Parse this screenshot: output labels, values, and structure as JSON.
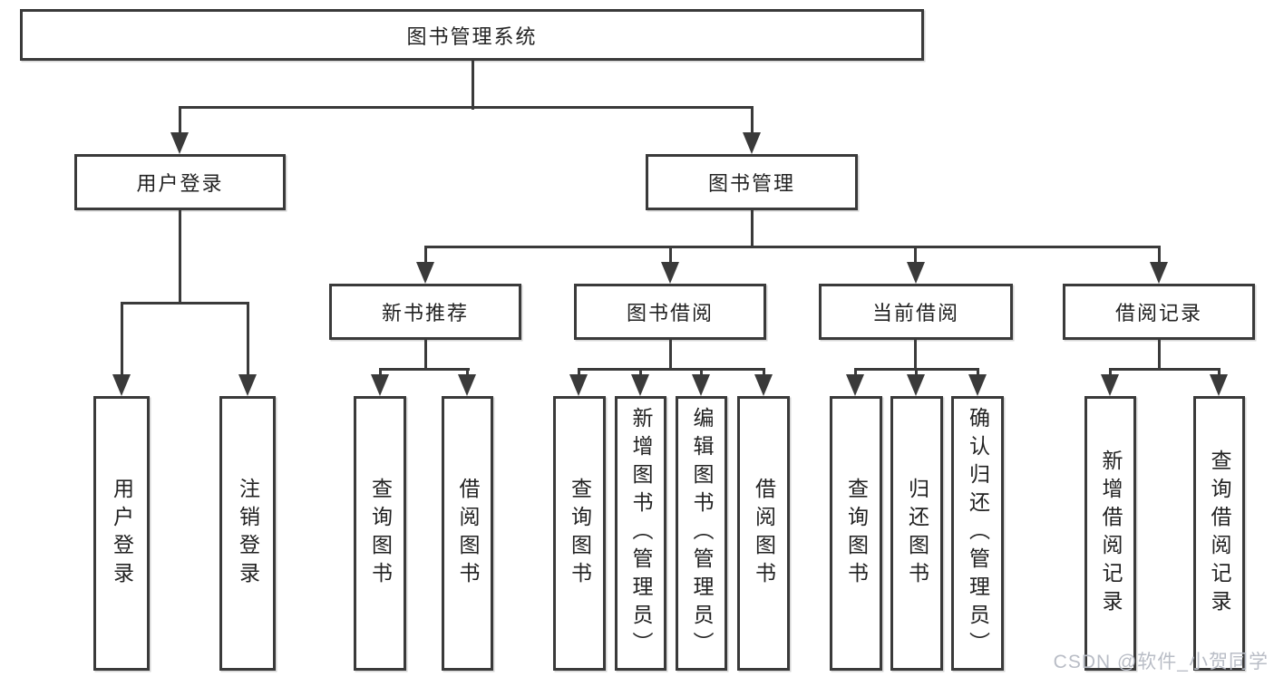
{
  "nodes": {
    "root": "图书管理系统",
    "user_login": "用户登录",
    "book_mgmt": "图书管理",
    "new_books": "新书推荐",
    "book_borrow": "图书借阅",
    "current_borrow": "当前借阅",
    "borrow_records": "借阅记录"
  },
  "leaves": {
    "user_login": [
      "用户登录",
      "注销登录"
    ],
    "new_books": [
      "查询图书",
      "借阅图书"
    ],
    "book_borrow": [
      "查询图书",
      "新增图书（管理员）",
      "编辑图书（管理员）",
      "借阅图书"
    ],
    "current_borrow": [
      "查询图书",
      "归还图书",
      "确认归还（管理员）"
    ],
    "borrow_records": [
      "新增借阅记录",
      "查询借阅记录"
    ]
  },
  "watermark": "CSDN @软件_小贺同学",
  "colors": {
    "line": "#3a3a3a",
    "text": "#222222",
    "watermark": "#b9bdc6",
    "background": "#ffffff"
  }
}
